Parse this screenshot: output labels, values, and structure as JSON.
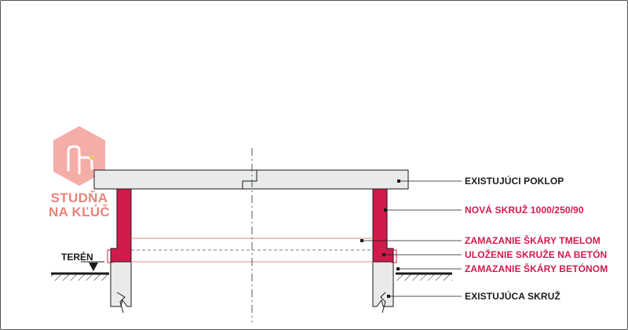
{
  "logo": {
    "line1": "STUDŇA",
    "line2": "NA KĽÚČ",
    "color": "#e9837c",
    "icon": "water-pipe-hexagon-icon"
  },
  "terrain_label": "TERÉN",
  "labels": {
    "existing_cover": "EXISTUJÚCI POKLOP",
    "new_ring": "NOVÁ SKRUŽ 1000/250/90",
    "joint_sealant": "ZAMAZANIE ŠKÁRY TMELOM",
    "ring_on_concrete": "ULOŽENIE SKRUŽE NA BETÓN",
    "joint_concrete": "ZAMAZANIE ŠKÁRY BETÓNOM",
    "existing_ring": "EXISTUJÚCA SKRUŽ"
  },
  "colors": {
    "accent_red": "#d11a4c",
    "concrete_fill": "#e8eaec",
    "line": "#1a1a1a",
    "logo": "#e9837c"
  }
}
